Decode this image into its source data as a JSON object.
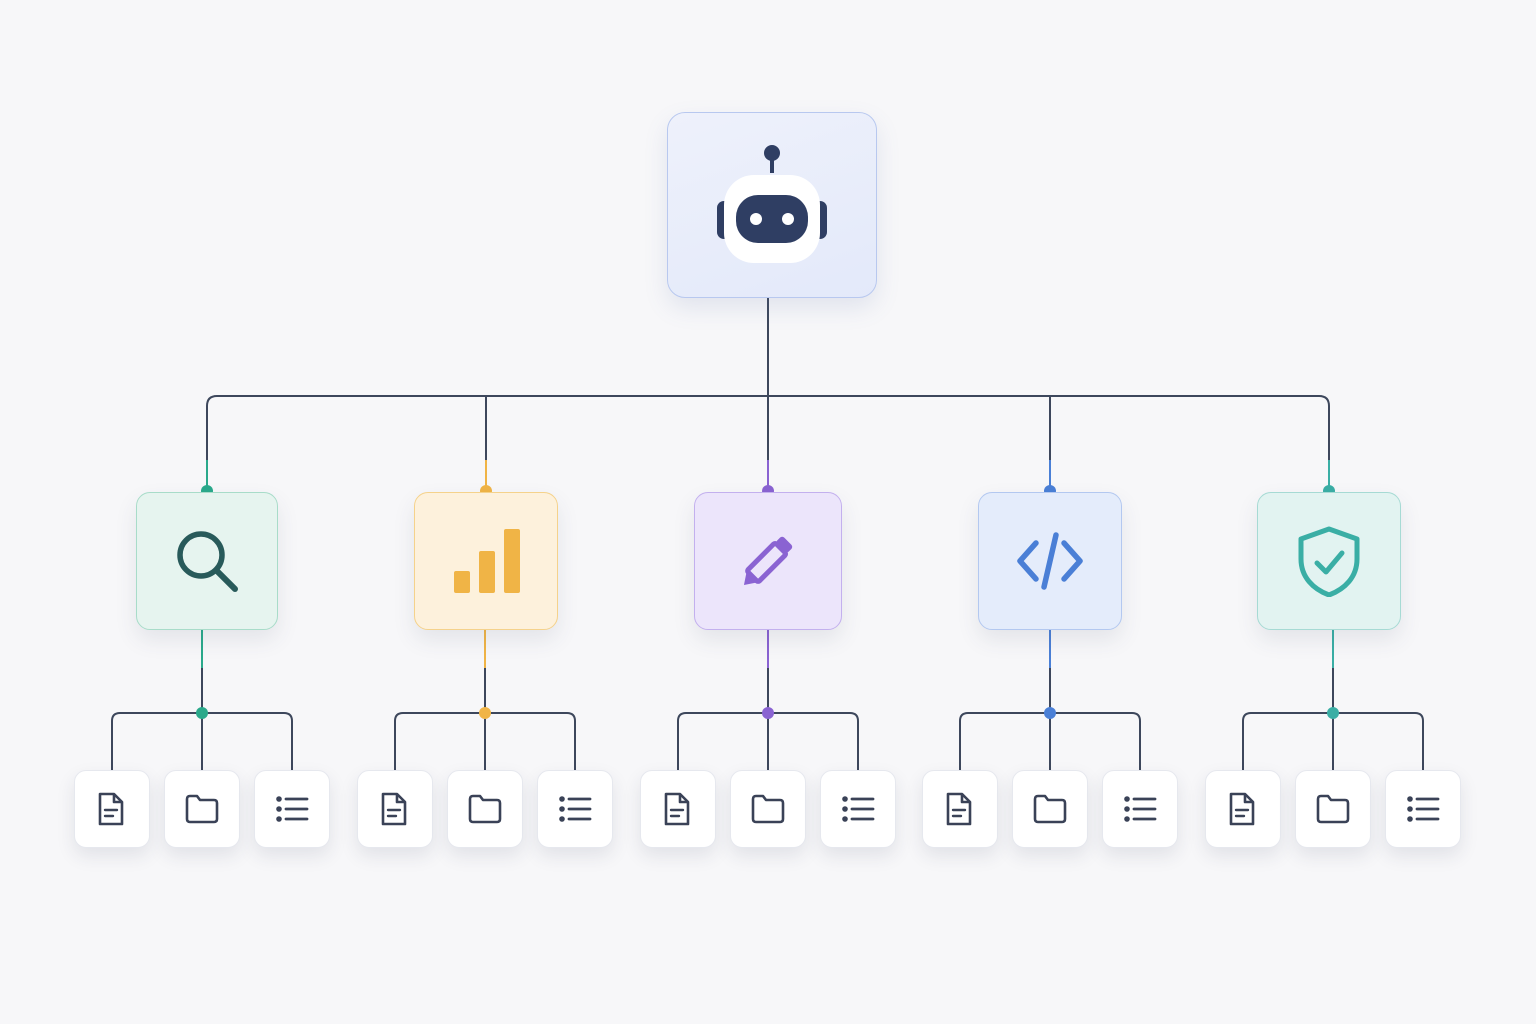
{
  "diagram": {
    "root": {
      "icon": "robot-icon",
      "accent": "#2f3e63"
    },
    "agents": [
      {
        "id": "search",
        "icon": "magnifier-icon",
        "accent": "#2aa98b",
        "bg": "#e6f4ef",
        "border": "#a8dcc9"
      },
      {
        "id": "analytics",
        "icon": "bar-chart-icon",
        "accent": "#f0b446",
        "bg": "#fdf1dc",
        "border": "#f5d28b"
      },
      {
        "id": "write",
        "icon": "pencil-icon",
        "accent": "#8a63d2",
        "bg": "#ece5fb",
        "border": "#c3b0ee"
      },
      {
        "id": "code",
        "icon": "code-icon",
        "accent": "#4a7fd6",
        "bg": "#e4ecfb",
        "border": "#b3c8f0"
      },
      {
        "id": "security",
        "icon": "shield-check-icon",
        "accent": "#3aaea5",
        "bg": "#e2f3f1",
        "border": "#a6dad4"
      }
    ],
    "leaf_icons": [
      "document-icon",
      "folder-icon",
      "list-icon"
    ],
    "line_color": "#3d475c",
    "leaf_icon_color": "#3a4257"
  }
}
